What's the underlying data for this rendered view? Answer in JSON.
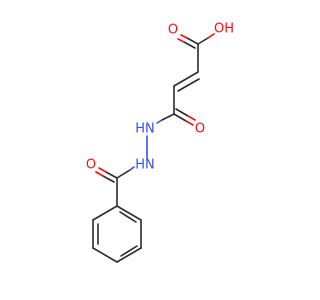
{
  "colors": {
    "carbon": "#2b2b2b",
    "oxygen": "#ff0d0d",
    "nitrogen": "#3050f8"
  },
  "atoms": {
    "acid_oh": "OH",
    "acid_carbonyl_o": "O",
    "amide_carbonyl_o": "O",
    "nh_upper": "HN",
    "nh_lower": "HN",
    "benzoyl_carbonyl_o": "O"
  }
}
